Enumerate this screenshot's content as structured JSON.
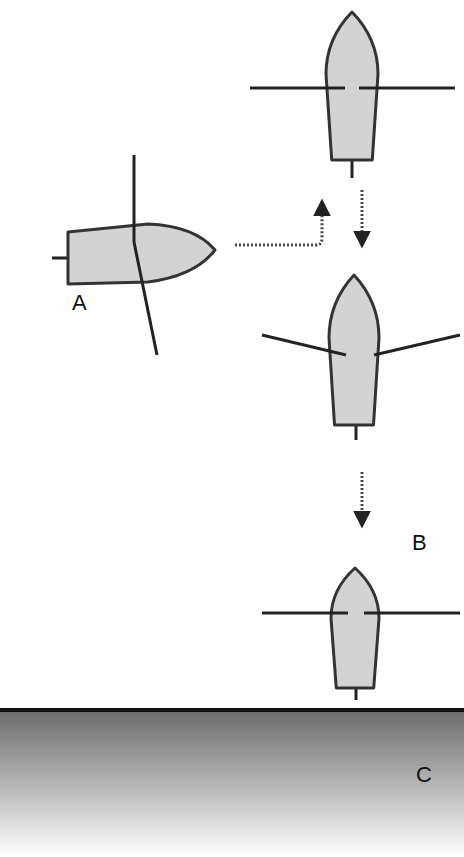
{
  "diagram": {
    "nodes": [
      {
        "text": [
          "C"
        ]
      }
    ],
    "labels": [
      "A",
      "B"
    ]
  }
}
